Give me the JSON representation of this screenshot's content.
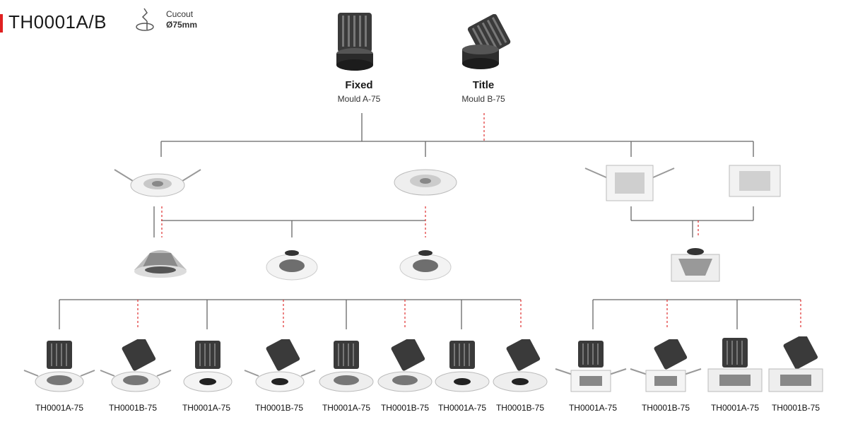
{
  "header": {
    "title": "TH0001A/B",
    "cutout_label": "Cucout",
    "cutout_value": "Ø75mm",
    "accent_color": "#e02020"
  },
  "modules": [
    {
      "name": "Fixed",
      "mould": "Mould A-75"
    },
    {
      "name": "Title",
      "mould": "Mould B-75"
    }
  ],
  "products": [
    "TH0001A-75",
    "TH0001B-75",
    "TH0001A-75",
    "TH0001B-75",
    "TH0001A-75",
    "TH0001B-75",
    "TH0001A-75",
    "TH0001B-75",
    "TH0001A-75",
    "TH0001B-75",
    "TH0001A-75",
    "TH0001B-75"
  ],
  "colors": {
    "solid_line": "#666666",
    "dashed_line": "#e03030"
  }
}
